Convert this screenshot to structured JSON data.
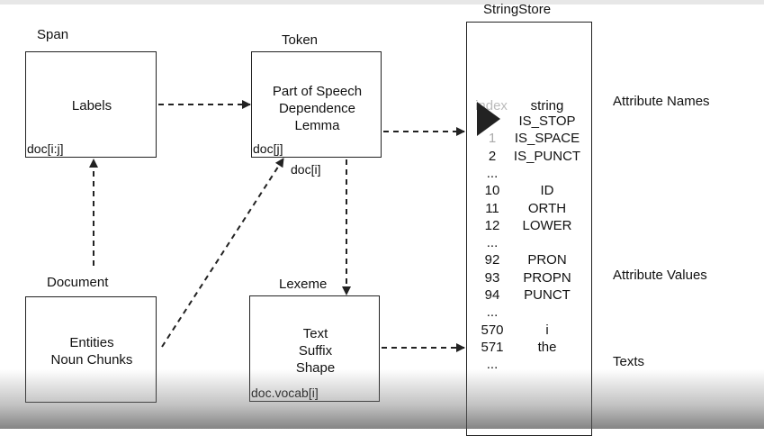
{
  "stringstore": {
    "title": "StringStore",
    "header": {
      "index": "index",
      "string": "string"
    },
    "rows": [
      {
        "index": "",
        "string": "IS_STOP"
      },
      {
        "index": "1",
        "string": "IS_SPACE"
      },
      {
        "index": "2",
        "string": "IS_PUNCT"
      },
      {
        "index": "...",
        "string": ""
      },
      {
        "index": "10",
        "string": "ID"
      },
      {
        "index": "11",
        "string": "ORTH"
      },
      {
        "index": "12",
        "string": "LOWER"
      },
      {
        "index": "...",
        "string": ""
      },
      {
        "index": "92",
        "string": "PRON"
      },
      {
        "index": "93",
        "string": "PROPN"
      },
      {
        "index": "94",
        "string": "PUNCT"
      },
      {
        "index": "...",
        "string": ""
      },
      {
        "index": "570",
        "string": "i"
      },
      {
        "index": "571",
        "string": "the"
      },
      {
        "index": "...",
        "string": ""
      }
    ]
  },
  "span": {
    "title": "Span",
    "content": "Labels",
    "accessor": "doc[i:j]"
  },
  "token": {
    "title": "Token",
    "lines": [
      "Part of Speech",
      "Dependence",
      "Lemma"
    ],
    "accessor": "doc[j]",
    "accessor_below": "doc[i]"
  },
  "document": {
    "title": "Document",
    "lines": [
      "Entities",
      "Noun Chunks"
    ]
  },
  "lexeme": {
    "title": "Lexeme",
    "lines": [
      "Text",
      "Suffix",
      "Shape"
    ],
    "accessor": "doc.vocab[i]"
  },
  "side_labels": {
    "attribute_names": "Attribute Names",
    "attribute_values": "Attribute Values",
    "texts": "Texts"
  },
  "colors": {
    "line": "#222222",
    "play_icon": "#222222"
  }
}
